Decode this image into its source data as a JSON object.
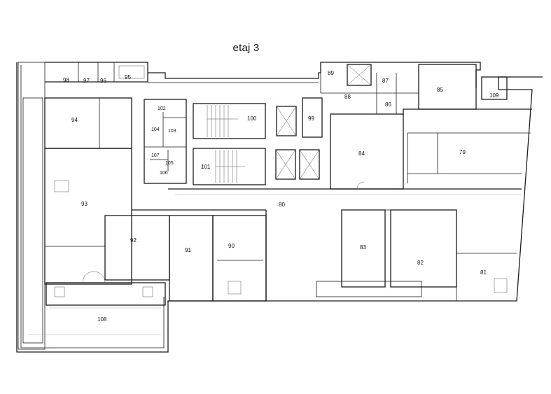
{
  "title": "etaj 3",
  "rooms": [
    {
      "id": "r80",
      "label": "80"
    },
    {
      "id": "r81",
      "label": "81"
    },
    {
      "id": "r82",
      "label": "82"
    },
    {
      "id": "r83",
      "label": "83"
    },
    {
      "id": "r84",
      "label": "84"
    },
    {
      "id": "r85",
      "label": "85"
    },
    {
      "id": "r86",
      "label": "86"
    },
    {
      "id": "r87",
      "label": "87"
    },
    {
      "id": "r88",
      "label": "88"
    },
    {
      "id": "r89",
      "label": "89"
    },
    {
      "id": "r90",
      "label": "90"
    },
    {
      "id": "r91",
      "label": "91"
    },
    {
      "id": "r92",
      "label": "92"
    },
    {
      "id": "r93",
      "label": "93"
    },
    {
      "id": "r94",
      "label": "94"
    },
    {
      "id": "r95",
      "label": "95"
    },
    {
      "id": "r96",
      "label": "96"
    },
    {
      "id": "r97",
      "label": "97"
    },
    {
      "id": "r98",
      "label": "98"
    },
    {
      "id": "r99",
      "label": "99"
    },
    {
      "id": "r100",
      "label": "100"
    },
    {
      "id": "r101",
      "label": "101"
    },
    {
      "id": "r102",
      "label": "102"
    },
    {
      "id": "r103",
      "label": "103"
    },
    {
      "id": "r104",
      "label": "104"
    },
    {
      "id": "r105",
      "label": "105"
    },
    {
      "id": "r106",
      "label": "106"
    },
    {
      "id": "r107",
      "label": "107"
    },
    {
      "id": "r108",
      "label": "108"
    },
    {
      "id": "r109",
      "label": "109"
    }
  ]
}
